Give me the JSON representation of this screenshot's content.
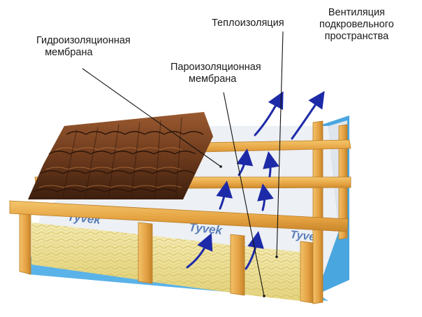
{
  "labels": {
    "waterproof": [
      "Гидроизоляционная",
      "мембрана"
    ],
    "insulation": [
      "Теплоизоляция"
    ],
    "vapor": [
      "Пароизоляционная",
      "мембрана"
    ],
    "ventilation": [
      "Вентиляция",
      "подкровельного",
      "пространства"
    ]
  },
  "brand_text": "Tyvek",
  "colors": {
    "timber": "#e7a948",
    "timber_edge": "#b97a22",
    "tile": "#7a4524",
    "tile_dark": "#3f2110",
    "membrane": "#eceff3",
    "vapor_layer": "#5ab3e8",
    "insulation": "#eee099",
    "arrow": "#1d2aa8",
    "leader": "#111111"
  },
  "icons": [
    "airflow-arrow-icon"
  ]
}
